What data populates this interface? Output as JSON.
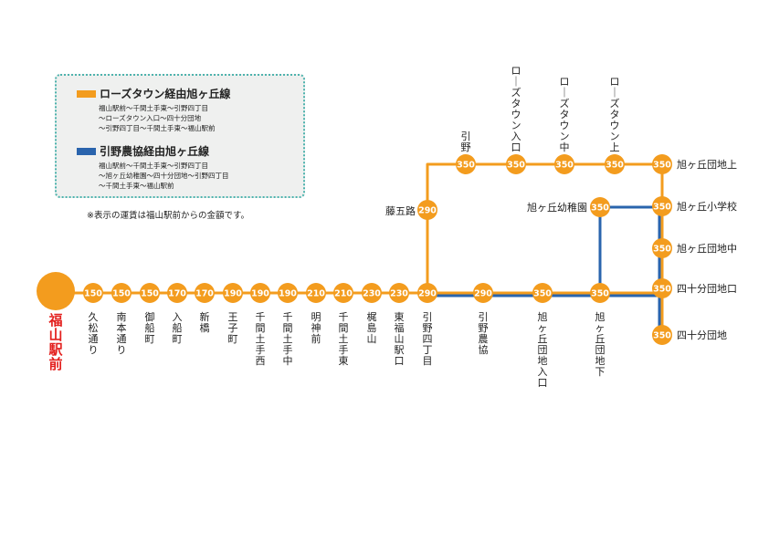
{
  "legend": {
    "rose": {
      "title": "ローズタウン経由旭ヶ丘線",
      "color": "#f39c1e",
      "desc": "福山駅前〜千間土手東〜引野四丁目\n〜ローズタウン入口〜四十分団地\n〜引野四丁目〜千間土手東〜福山駅前"
    },
    "hikino": {
      "title": "引野農協経由旭ヶ丘線",
      "color": "#2a64ad",
      "desc": "福山駅前〜千間土手東〜引野四丁目\n〜旭ヶ丘幼稚園〜四十分団地〜引野四丁目\n〜千間土手東〜福山駅前"
    }
  },
  "note": "※表示の運賃は福山駅前からの金額です。",
  "origin": {
    "name": "福山駅前"
  },
  "main_stops": [
    {
      "name": "久松通り",
      "fare": "150"
    },
    {
      "name": "南本通り",
      "fare": "150"
    },
    {
      "name": "御船町",
      "fare": "150"
    },
    {
      "name": "入船町",
      "fare": "170"
    },
    {
      "name": "新橋",
      "fare": "170"
    },
    {
      "name": "王子町",
      "fare": "190"
    },
    {
      "name": "千間土手西",
      "fare": "190"
    },
    {
      "name": "千間土手中",
      "fare": "190"
    },
    {
      "name": "明神前",
      "fare": "210"
    },
    {
      "name": "千間土手東",
      "fare": "210"
    },
    {
      "name": "梶島山",
      "fare": "230"
    },
    {
      "name": "東福山駅口",
      "fare": "230"
    },
    {
      "name": "引野四丁目",
      "fare": "290"
    },
    {
      "name": "引野農協",
      "fare": "290"
    },
    {
      "name": "旭ヶ丘団地入口",
      "fare": "350"
    },
    {
      "name": "旭ヶ丘団地下",
      "fare": "350"
    }
  ],
  "upper_stops": [
    {
      "name": "藤五路",
      "fare": "290"
    },
    {
      "name": "引野",
      "fare": "350"
    },
    {
      "name": "ローズタウン入口",
      "fare": "350"
    },
    {
      "name": "ローズタウン中",
      "fare": "350"
    },
    {
      "name": "ローズタウン上",
      "fare": "350"
    }
  ],
  "right_stops": [
    {
      "name": "旭ヶ丘団地上",
      "fare": "350"
    },
    {
      "name": "旭ヶ丘小学校",
      "fare": "350"
    },
    {
      "name": "旭ヶ丘団地中",
      "fare": "350"
    },
    {
      "name": "四十分団地口",
      "fare": "350"
    },
    {
      "name": "四十分団地",
      "fare": "350"
    }
  ],
  "kindergarten": {
    "name": "旭ヶ丘幼稚園",
    "fare": "350"
  },
  "colors": {
    "orange": "#f39c1e",
    "blue": "#2a64ad",
    "circle": "#f39c1e",
    "origin_label": "#e3211f"
  }
}
